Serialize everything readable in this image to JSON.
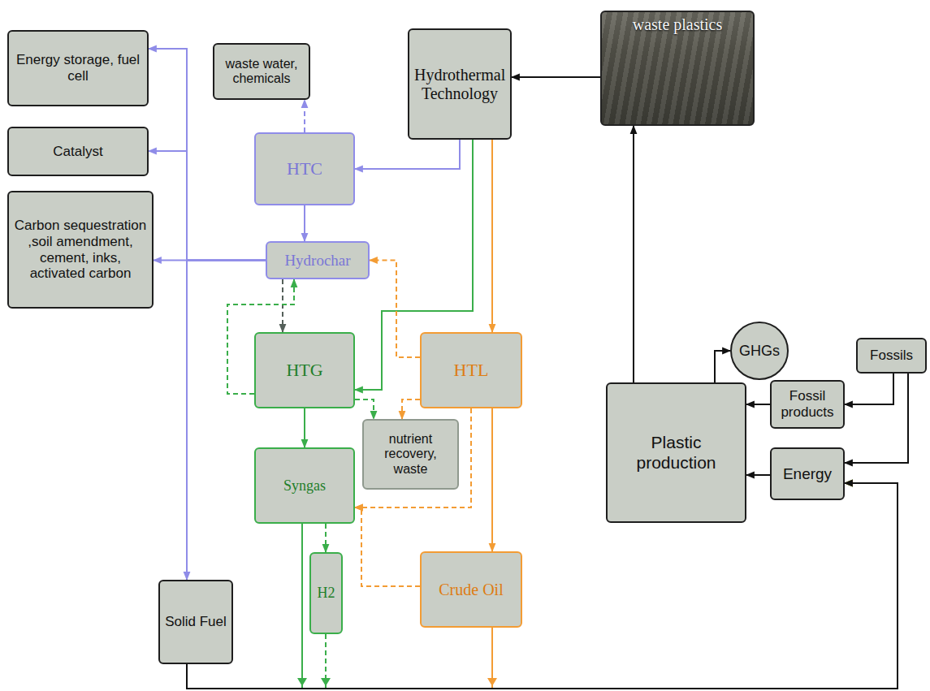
{
  "diagram": {
    "nodes": [
      {
        "text": [
          "Energy storage, fuel cell"
        ]
      },
      {
        "text": [
          "waste water, chemicals"
        ]
      },
      {
        "text": [
          "Hydrothermal Technology"
        ]
      },
      {
        "text": [
          "waste plastics"
        ]
      },
      {
        "text": [
          "Catalyst"
        ]
      },
      {
        "text": [
          "HTC"
        ]
      },
      {
        "text": [
          "Carbon sequestration ,soil amendment, cement, inks, activated carbon"
        ]
      },
      {
        "text": [
          "Hydrochar"
        ]
      },
      {
        "text": [
          "HTG"
        ]
      },
      {
        "text": [
          "HTL"
        ]
      },
      {
        "text": [
          "GHGs"
        ]
      },
      {
        "text": [
          "Fossils"
        ]
      },
      {
        "text": [
          "Fossil products"
        ]
      },
      {
        "text": [
          "nutrient recovery, waste"
        ]
      },
      {
        "text": [
          "Plastic production"
        ]
      },
      {
        "text": [
          "Energy"
        ]
      },
      {
        "text": [
          "Syngas"
        ]
      },
      {
        "text": [
          "Crude Oil"
        ]
      },
      {
        "text": [
          "H2"
        ]
      },
      {
        "text": [
          "Solid Fuel"
        ]
      }
    ],
    "edges": [
      {
        "from": 3,
        "to": 2,
        "arrow": "to"
      },
      {
        "from": 2,
        "to": 5,
        "arrow": "to"
      },
      {
        "from": 2,
        "to": 8,
        "arrow": "to"
      },
      {
        "from": 2,
        "to": 9,
        "arrow": "to"
      },
      {
        "from": 5,
        "to": 1,
        "arrow": "to"
      },
      {
        "from": 5,
        "to": 7,
        "arrow": "to"
      },
      {
        "from": 7,
        "to": 6,
        "arrow": "to"
      },
      {
        "from": 7,
        "to": 0,
        "arrow": "to"
      },
      {
        "from": 7,
        "to": 4,
        "arrow": "to"
      },
      {
        "from": 7,
        "to": 19,
        "arrow": "to"
      },
      {
        "from": 7,
        "to": 8,
        "arrow": "to"
      },
      {
        "from": 8,
        "to": 7,
        "arrow": "to"
      },
      {
        "from": 9,
        "to": 7,
        "arrow": "to"
      },
      {
        "from": 8,
        "to": 13,
        "arrow": "to"
      },
      {
        "from": 9,
        "to": 13,
        "arrow": "to"
      },
      {
        "from": 8,
        "to": 16,
        "arrow": "to"
      },
      {
        "from": 9,
        "to": 16,
        "arrow": "to"
      },
      {
        "from": 9,
        "to": 17,
        "arrow": "to"
      },
      {
        "from": 17,
        "to": 16,
        "arrow": "to"
      },
      {
        "from": 16,
        "to": 18,
        "arrow": "to"
      },
      {
        "from": 16,
        "to": 15,
        "arrow": "to"
      },
      {
        "from": 18,
        "to": 15,
        "arrow": "to"
      },
      {
        "from": 17,
        "to": 15,
        "arrow": "to"
      },
      {
        "from": 19,
        "to": 15,
        "arrow": "to"
      },
      {
        "from": 14,
        "to": 3,
        "arrow": "to"
      },
      {
        "from": 14,
        "to": 10,
        "arrow": "to"
      },
      {
        "from": 12,
        "to": 14,
        "arrow": "to"
      },
      {
        "from": 15,
        "to": 14,
        "arrow": "to"
      },
      {
        "from": 11,
        "to": 12,
        "arrow": "to"
      },
      {
        "from": 11,
        "to": 15,
        "arrow": "to"
      }
    ]
  }
}
